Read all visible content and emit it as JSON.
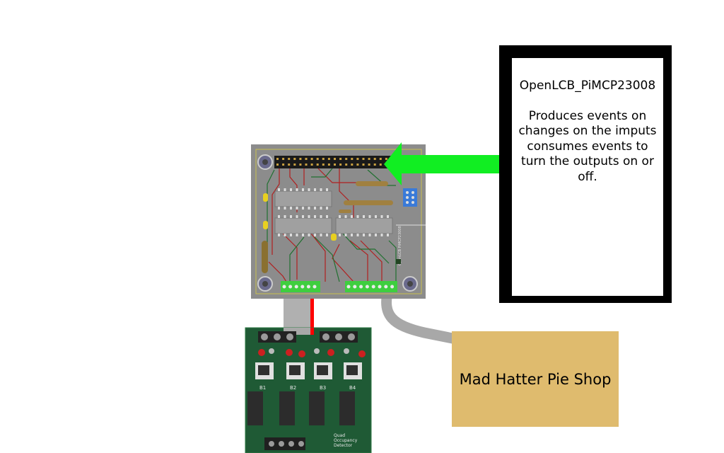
{
  "info_panel": {
    "title": "OpenLCB_PiMCP23008",
    "description": "Produces events on changes on the imputs consumes events to turn the outputs on or off."
  },
  "location_box": {
    "label": "Mad Hatter Pie Shop"
  },
  "pcb": {
    "side_text": "OpenLCB PiMCP23008",
    "terminal_marks": "+ + + + + + + +"
  },
  "detector_board": {
    "block_labels": [
      "B1",
      "B2",
      "B3",
      "B4"
    ],
    "name_line1": "Quad",
    "name_line2": "Occupancy",
    "name_line3": "Detector"
  },
  "colors": {
    "arrow": "#11ee22",
    "shop_fill": "#dfbb6e",
    "info_border": "#000000",
    "pcb_fill": "#8c8c8c",
    "detector_board_fill": "#1f5a35",
    "terminal_green": "#3fce3f",
    "cable_grey": "#a8a8a8",
    "wire_red": "#ff0000"
  }
}
